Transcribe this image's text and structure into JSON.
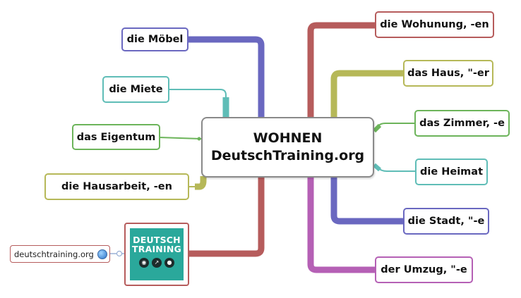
{
  "center": {
    "line1": "WOHNEN",
    "line2": "DeutschTraining.org"
  },
  "left_nodes": [
    {
      "label": "die Möbel",
      "color": "#6a68c0"
    },
    {
      "label": "die Miete",
      "color": "#5fbdb7"
    },
    {
      "label": "das Eigentum",
      "color": "#6cb45a"
    },
    {
      "label": "die Hausarbeit, -en",
      "color": "#b6b858"
    }
  ],
  "right_nodes": [
    {
      "label": "die Wohunung, -en",
      "color": "#b65c5c"
    },
    {
      "label": "das Haus, \"-er",
      "color": "#b6b858"
    },
    {
      "label": "das Zimmer, -e",
      "color": "#6cb45a"
    },
    {
      "label": "die Heimat",
      "color": "#5fbdb7"
    },
    {
      "label": "die Stadt, \"-e",
      "color": "#6a68c0"
    },
    {
      "label": "der Umzug, \"-e",
      "color": "#b560b5"
    }
  ],
  "logo": {
    "line1": "DEUTSCH",
    "line2": "TRAINING",
    "color": "#2aa89b"
  },
  "link_node": {
    "label": "deutschtraining.org",
    "icon": "globe-icon"
  }
}
